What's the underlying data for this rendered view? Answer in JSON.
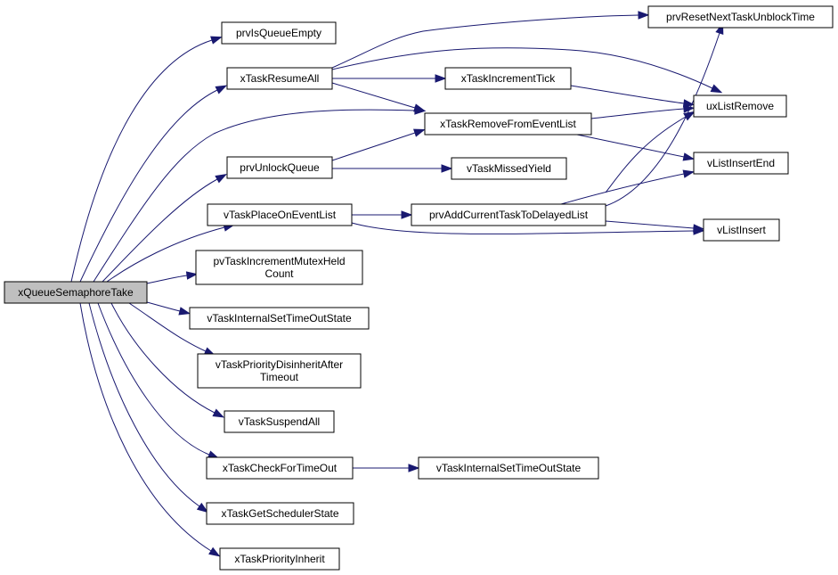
{
  "colors": {
    "root_fill": "#bfbfbf",
    "node_fill": "#ffffff",
    "border": "#000000",
    "edge": "#191970"
  },
  "nodes": [
    {
      "id": "root",
      "lines": [
        "xQueueSemaphoreTake"
      ]
    },
    {
      "id": "isempty",
      "lines": [
        "prvIsQueueEmpty"
      ]
    },
    {
      "id": "resumeall",
      "lines": [
        "xTaskResumeAll"
      ]
    },
    {
      "id": "unlockq",
      "lines": [
        "prvUnlockQueue"
      ]
    },
    {
      "id": "placeevt",
      "lines": [
        "vTaskPlaceOnEventList"
      ]
    },
    {
      "id": "incmutex",
      "lines": [
        "pvTaskIncrementMutexHeld",
        "Count"
      ]
    },
    {
      "id": "setto1",
      "lines": [
        "vTaskInternalSetTimeOutState"
      ]
    },
    {
      "id": "prioafter",
      "lines": [
        "vTaskPriorityDisinheritAfter",
        "Timeout"
      ]
    },
    {
      "id": "suspendall",
      "lines": [
        "vTaskSuspendAll"
      ]
    },
    {
      "id": "checkto",
      "lines": [
        "xTaskCheckForTimeOut"
      ]
    },
    {
      "id": "schedstate",
      "lines": [
        "xTaskGetSchedulerState"
      ]
    },
    {
      "id": "prioinh",
      "lines": [
        "xTaskPriorityInherit"
      ]
    },
    {
      "id": "inctick",
      "lines": [
        "xTaskIncrementTick"
      ]
    },
    {
      "id": "remevt",
      "lines": [
        "xTaskRemoveFromEventList"
      ]
    },
    {
      "id": "missed",
      "lines": [
        "vTaskMissedYield"
      ]
    },
    {
      "id": "adddelay",
      "lines": [
        "prvAddCurrentTaskToDelayedList"
      ]
    },
    {
      "id": "setto2",
      "lines": [
        "vTaskInternalSetTimeOutState"
      ]
    },
    {
      "id": "resetnext",
      "lines": [
        "prvResetNextTaskUnblockTime"
      ]
    },
    {
      "id": "uxremove",
      "lines": [
        "uxListRemove"
      ]
    },
    {
      "id": "insend",
      "lines": [
        "vListInsertEnd"
      ]
    },
    {
      "id": "insert",
      "lines": [
        "vListInsert"
      ]
    }
  ],
  "edges": [
    [
      "root",
      "isempty"
    ],
    [
      "root",
      "resumeall"
    ],
    [
      "root",
      "remevt"
    ],
    [
      "root",
      "unlockq"
    ],
    [
      "root",
      "placeevt"
    ],
    [
      "root",
      "incmutex"
    ],
    [
      "root",
      "setto1"
    ],
    [
      "root",
      "prioafter"
    ],
    [
      "root",
      "suspendall"
    ],
    [
      "root",
      "checkto"
    ],
    [
      "root",
      "schedstate"
    ],
    [
      "root",
      "prioinh"
    ],
    [
      "resumeall",
      "resetnext"
    ],
    [
      "resumeall",
      "uxremove"
    ],
    [
      "resumeall",
      "inctick"
    ],
    [
      "resumeall",
      "remevt"
    ],
    [
      "inctick",
      "uxremove"
    ],
    [
      "remevt",
      "uxremove"
    ],
    [
      "remevt",
      "insend"
    ],
    [
      "unlockq",
      "remevt"
    ],
    [
      "unlockq",
      "missed"
    ],
    [
      "placeevt",
      "adddelay"
    ],
    [
      "placeevt",
      "insert"
    ],
    [
      "adddelay",
      "resetnext"
    ],
    [
      "adddelay",
      "uxremove"
    ],
    [
      "adddelay",
      "insend"
    ],
    [
      "adddelay",
      "insert"
    ],
    [
      "checkto",
      "setto2"
    ]
  ]
}
